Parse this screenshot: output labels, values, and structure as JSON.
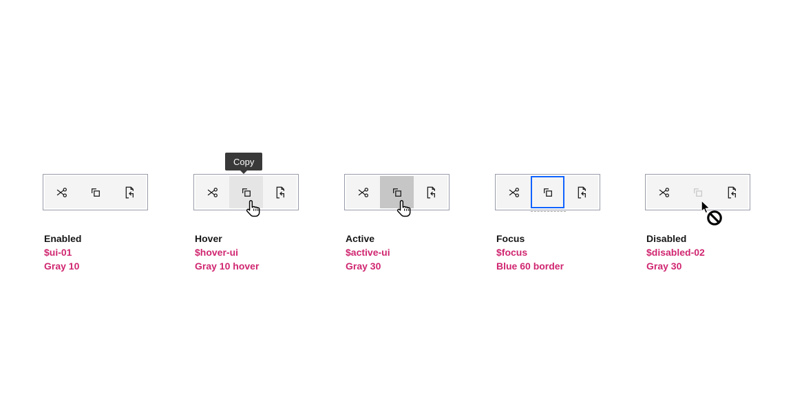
{
  "tooltip": {
    "label": "Copy"
  },
  "toolbar": {
    "buttons": [
      {
        "name": "cut"
      },
      {
        "name": "copy"
      },
      {
        "name": "paste"
      }
    ]
  },
  "states": [
    {
      "label": "Enabled",
      "token": "$ui-01",
      "value": "Gray 10"
    },
    {
      "label": "Hover",
      "token": "$hover-ui",
      "value": "Gray 10 hover"
    },
    {
      "label": "Active",
      "token": "$active-ui",
      "value": "Gray 30"
    },
    {
      "label": "Focus",
      "token": "$focus",
      "value": "Blue 60 border"
    },
    {
      "label": "Disabled",
      "token": "$disabled-02",
      "value": "Gray 30"
    }
  ],
  "colors": {
    "canvas": "#ffffff",
    "toolbar_bg": "#f4f4f4",
    "toolbar_border": "#989ba8",
    "icon": "#161616",
    "hover_bg": "#e5e5e5",
    "active_bg": "#c6c6c6",
    "focus_border": "#0f62fe",
    "disabled_icon": "#c6c6c6",
    "annotation_text": "#d02670",
    "label_text": "#161616",
    "tooltip_bg": "#393939",
    "tooltip_text": "#ffffff"
  }
}
